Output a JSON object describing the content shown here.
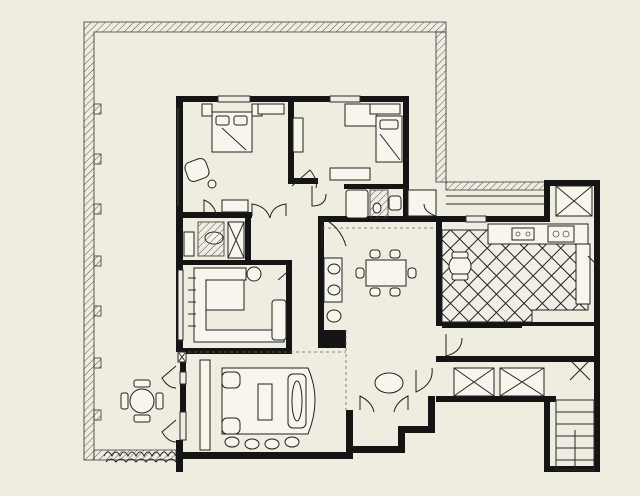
{
  "drawing": {
    "style": "architectural floor plan, black ink on cream paper",
    "colors": {
      "paper": "#efece0",
      "ink": "#141414",
      "hatch": "#555555"
    },
    "rooms": [
      "bedroom-1",
      "bedroom-2",
      "bathroom-1",
      "bathroom-2",
      "den",
      "dining",
      "kitchen",
      "living",
      "foyer",
      "laundry",
      "terrace",
      "stair"
    ],
    "labels": []
  }
}
